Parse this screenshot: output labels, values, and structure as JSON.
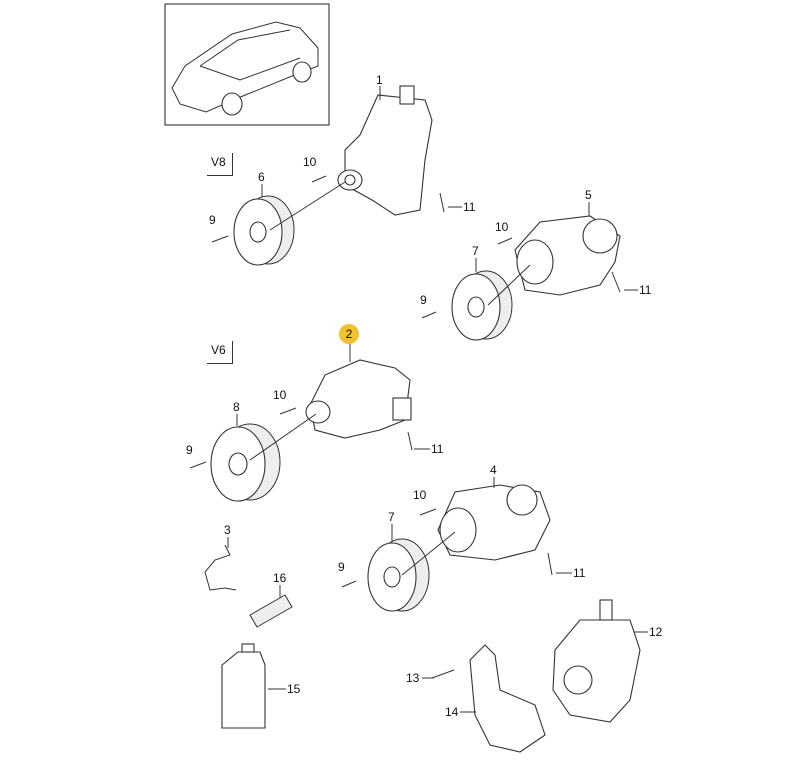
{
  "variants": {
    "v8": "V8",
    "v6": "V6"
  },
  "labels": {
    "p1": "1",
    "p2": "2",
    "p3": "3",
    "p4": "4",
    "p5": "5",
    "p6": "6",
    "p7a": "7",
    "p7b": "7",
    "p8": "8",
    "p9a": "9",
    "p9b": "9",
    "p9c": "9",
    "p9d": "9",
    "p10a": "10",
    "p10b": "10",
    "p10c": "10",
    "p10d": "10",
    "p11a": "11",
    "p11b": "11",
    "p11c": "11",
    "p11d": "11",
    "p12": "12",
    "p13": "13",
    "p14": "14",
    "p15": "15",
    "p16": "16"
  },
  "highlight_color": "#f2c12e"
}
